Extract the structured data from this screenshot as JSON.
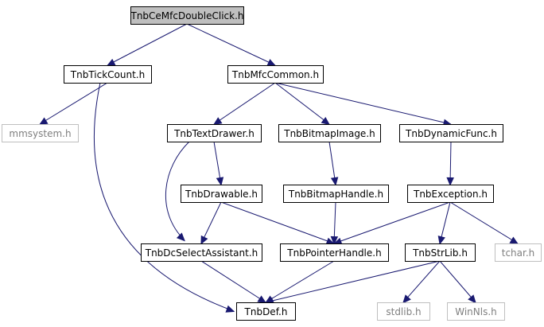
{
  "colors": {
    "edge": "#191970",
    "root_fill": "#bfbfbf",
    "node_fill": "#ffffff",
    "node_border": "#000000",
    "external_border": "#bfbfbf",
    "external_text": "#7f7f7f"
  },
  "nodes": [
    {
      "id": "TnbCeMfcDoubleClick",
      "label": "TnbCeMfcDoubleClick.h",
      "kind": "root"
    },
    {
      "id": "TnbTickCount",
      "label": "TnbTickCount.h",
      "kind": "normal"
    },
    {
      "id": "TnbMfcCommon",
      "label": "TnbMfcCommon.h",
      "kind": "normal"
    },
    {
      "id": "mmsystem",
      "label": "mmsystem.h",
      "kind": "external"
    },
    {
      "id": "TnbTextDrawer",
      "label": "TnbTextDrawer.h",
      "kind": "normal"
    },
    {
      "id": "TnbBitmapImage",
      "label": "TnbBitmapImage.h",
      "kind": "normal"
    },
    {
      "id": "TnbDynamicFunc",
      "label": "TnbDynamicFunc.h",
      "kind": "normal"
    },
    {
      "id": "TnbDrawable",
      "label": "TnbDrawable.h",
      "kind": "normal"
    },
    {
      "id": "TnbBitmapHandle",
      "label": "TnbBitmapHandle.h",
      "kind": "normal"
    },
    {
      "id": "TnbException",
      "label": "TnbException.h",
      "kind": "normal"
    },
    {
      "id": "TnbDcSelectAssistant",
      "label": "TnbDcSelectAssistant.h",
      "kind": "normal"
    },
    {
      "id": "TnbPointerHandle",
      "label": "TnbPointerHandle.h",
      "kind": "normal"
    },
    {
      "id": "TnbStrLib",
      "label": "TnbStrLib.h",
      "kind": "normal"
    },
    {
      "id": "tchar",
      "label": "tchar.h",
      "kind": "external"
    },
    {
      "id": "TnbDef",
      "label": "TnbDef.h",
      "kind": "normal"
    },
    {
      "id": "stdlib",
      "label": "stdlib.h",
      "kind": "external"
    },
    {
      "id": "WinNls",
      "label": "WinNls.h",
      "kind": "external"
    }
  ],
  "edges": [
    {
      "from": "TnbCeMfcDoubleClick",
      "to": "TnbTickCount"
    },
    {
      "from": "TnbCeMfcDoubleClick",
      "to": "TnbMfcCommon"
    },
    {
      "from": "TnbTickCount",
      "to": "mmsystem"
    },
    {
      "from": "TnbTickCount",
      "to": "TnbDef"
    },
    {
      "from": "TnbMfcCommon",
      "to": "TnbTextDrawer"
    },
    {
      "from": "TnbMfcCommon",
      "to": "TnbBitmapImage"
    },
    {
      "from": "TnbMfcCommon",
      "to": "TnbDynamicFunc"
    },
    {
      "from": "TnbTextDrawer",
      "to": "TnbDrawable"
    },
    {
      "from": "TnbTextDrawer",
      "to": "TnbDcSelectAssistant"
    },
    {
      "from": "TnbBitmapImage",
      "to": "TnbBitmapHandle"
    },
    {
      "from": "TnbDynamicFunc",
      "to": "TnbException"
    },
    {
      "from": "TnbDrawable",
      "to": "TnbDcSelectAssistant"
    },
    {
      "from": "TnbDrawable",
      "to": "TnbPointerHandle"
    },
    {
      "from": "TnbBitmapHandle",
      "to": "TnbPointerHandle"
    },
    {
      "from": "TnbException",
      "to": "TnbPointerHandle"
    },
    {
      "from": "TnbException",
      "to": "TnbStrLib"
    },
    {
      "from": "TnbException",
      "to": "tchar"
    },
    {
      "from": "TnbDcSelectAssistant",
      "to": "TnbDef"
    },
    {
      "from": "TnbPointerHandle",
      "to": "TnbDef"
    },
    {
      "from": "TnbStrLib",
      "to": "TnbDef"
    },
    {
      "from": "TnbStrLib",
      "to": "stdlib"
    },
    {
      "from": "TnbStrLib",
      "to": "WinNls"
    }
  ]
}
